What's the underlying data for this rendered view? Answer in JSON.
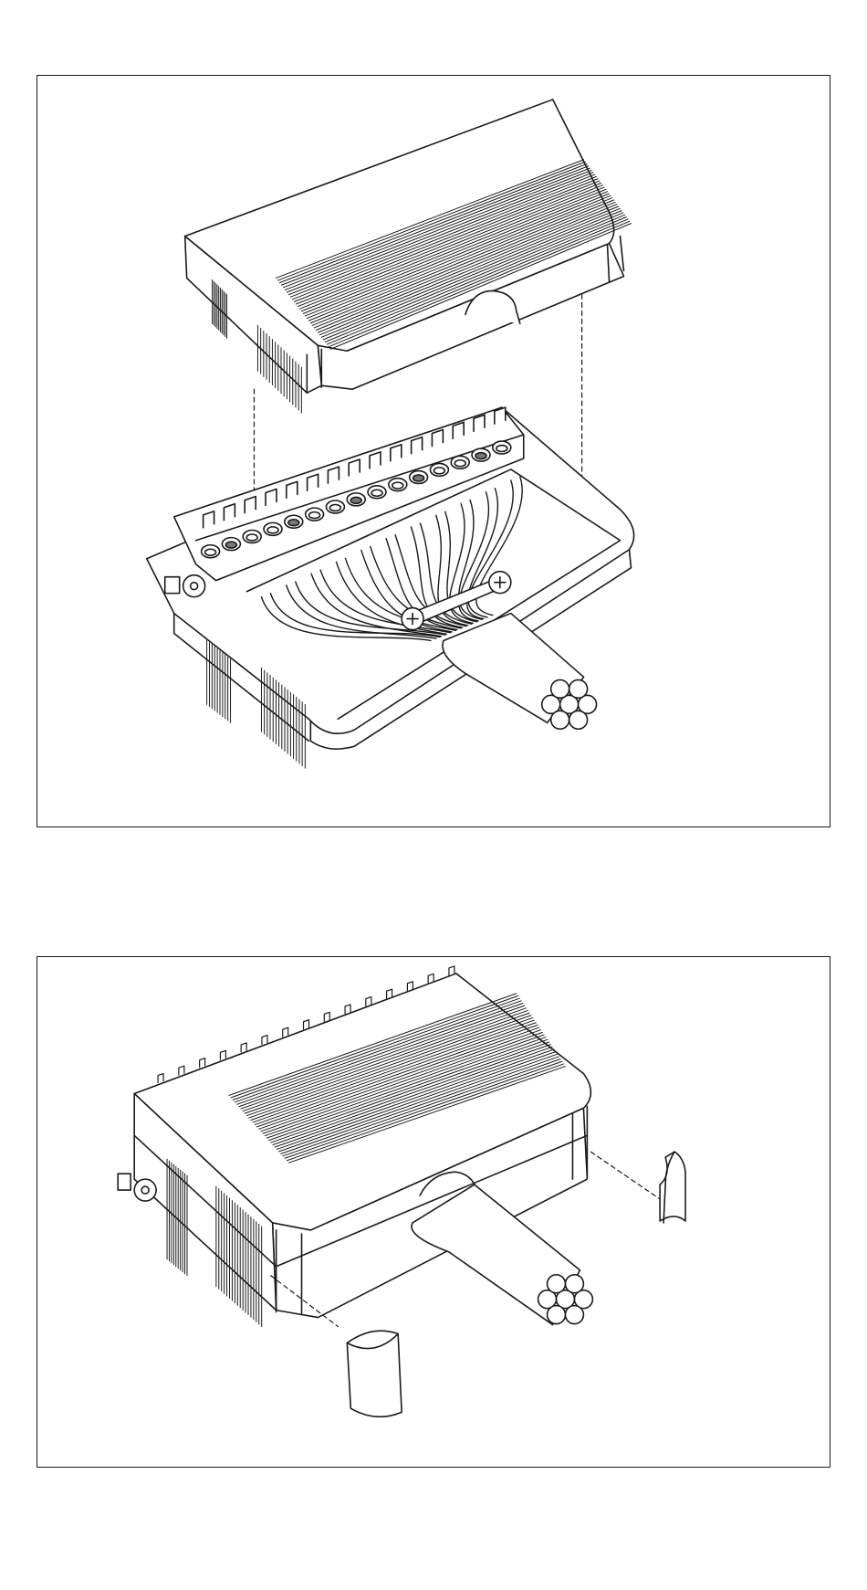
{
  "figure": {
    "panels": [
      {
        "id": "assembly-step-1",
        "depicts": "cover-above-open-connector-housing-with-wired-terminal-block"
      },
      {
        "id": "assembly-step-2",
        "depicts": "closed-housing-with-cable-and-side-caps"
      }
    ],
    "colors": {
      "line": "#1a1a1a",
      "fill": "#ffffff"
    },
    "terminals": 15,
    "cable_strands": 7
  }
}
